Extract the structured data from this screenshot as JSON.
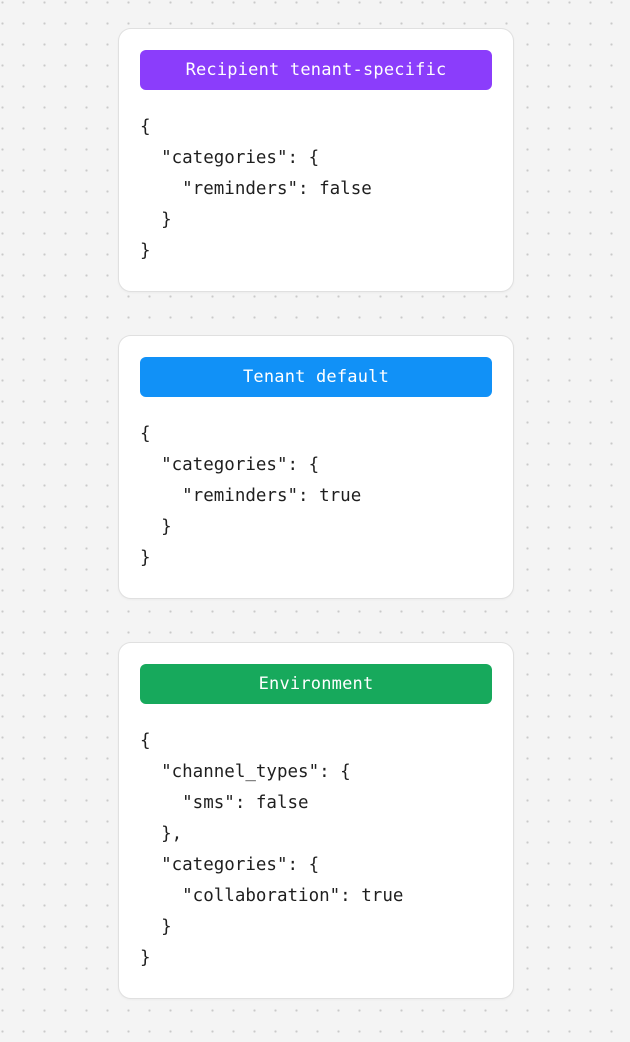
{
  "page": {
    "background_color": "#f4f4f4",
    "dot_color": "#c9c9c9",
    "card_background": "#ffffff"
  },
  "cards": [
    {
      "badge_label": "Recipient tenant-specific",
      "badge_color": "#8b3dfb",
      "code": "{\n  \"categories\": {\n    \"reminders\": false\n  }\n}"
    },
    {
      "badge_label": "Tenant default",
      "badge_color": "#1191f7",
      "code": "{\n  \"categories\": {\n    \"reminders\": true\n  }\n}"
    },
    {
      "badge_label": "Environment",
      "badge_color": "#17a95c",
      "code": "{\n  \"channel_types\": {\n    \"sms\": false\n  },\n  \"categories\": {\n    \"collaboration\": true\n  }\n}"
    }
  ]
}
